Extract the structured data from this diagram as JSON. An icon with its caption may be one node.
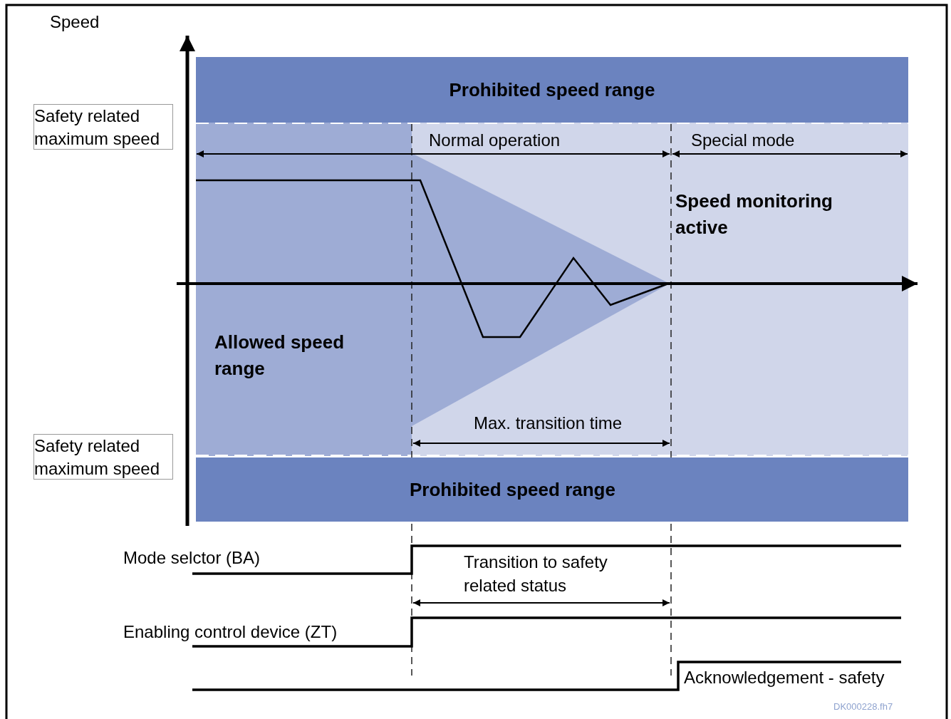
{
  "diagram": {
    "nodes": [
      {
        "text": [
          "Prohibited speed range"
        ]
      },
      {
        "text": [
          "Safety related maximum speed"
        ]
      },
      {
        "text": [
          "Safety related maximum speed"
        ]
      },
      {
        "text": [
          "Prohibited speed range"
        ]
      }
    ],
    "labels": [
      "Speed",
      "Normal operation",
      "Special mode",
      "Speed monitoring active",
      "Allowed speed range",
      "Max. transition time",
      "Mode selctor (BA)",
      "Transition to safety related status",
      "Enabling control device (ZT)",
      "Acknowledgement - safety",
      "DK000228.fh7"
    ]
  }
}
